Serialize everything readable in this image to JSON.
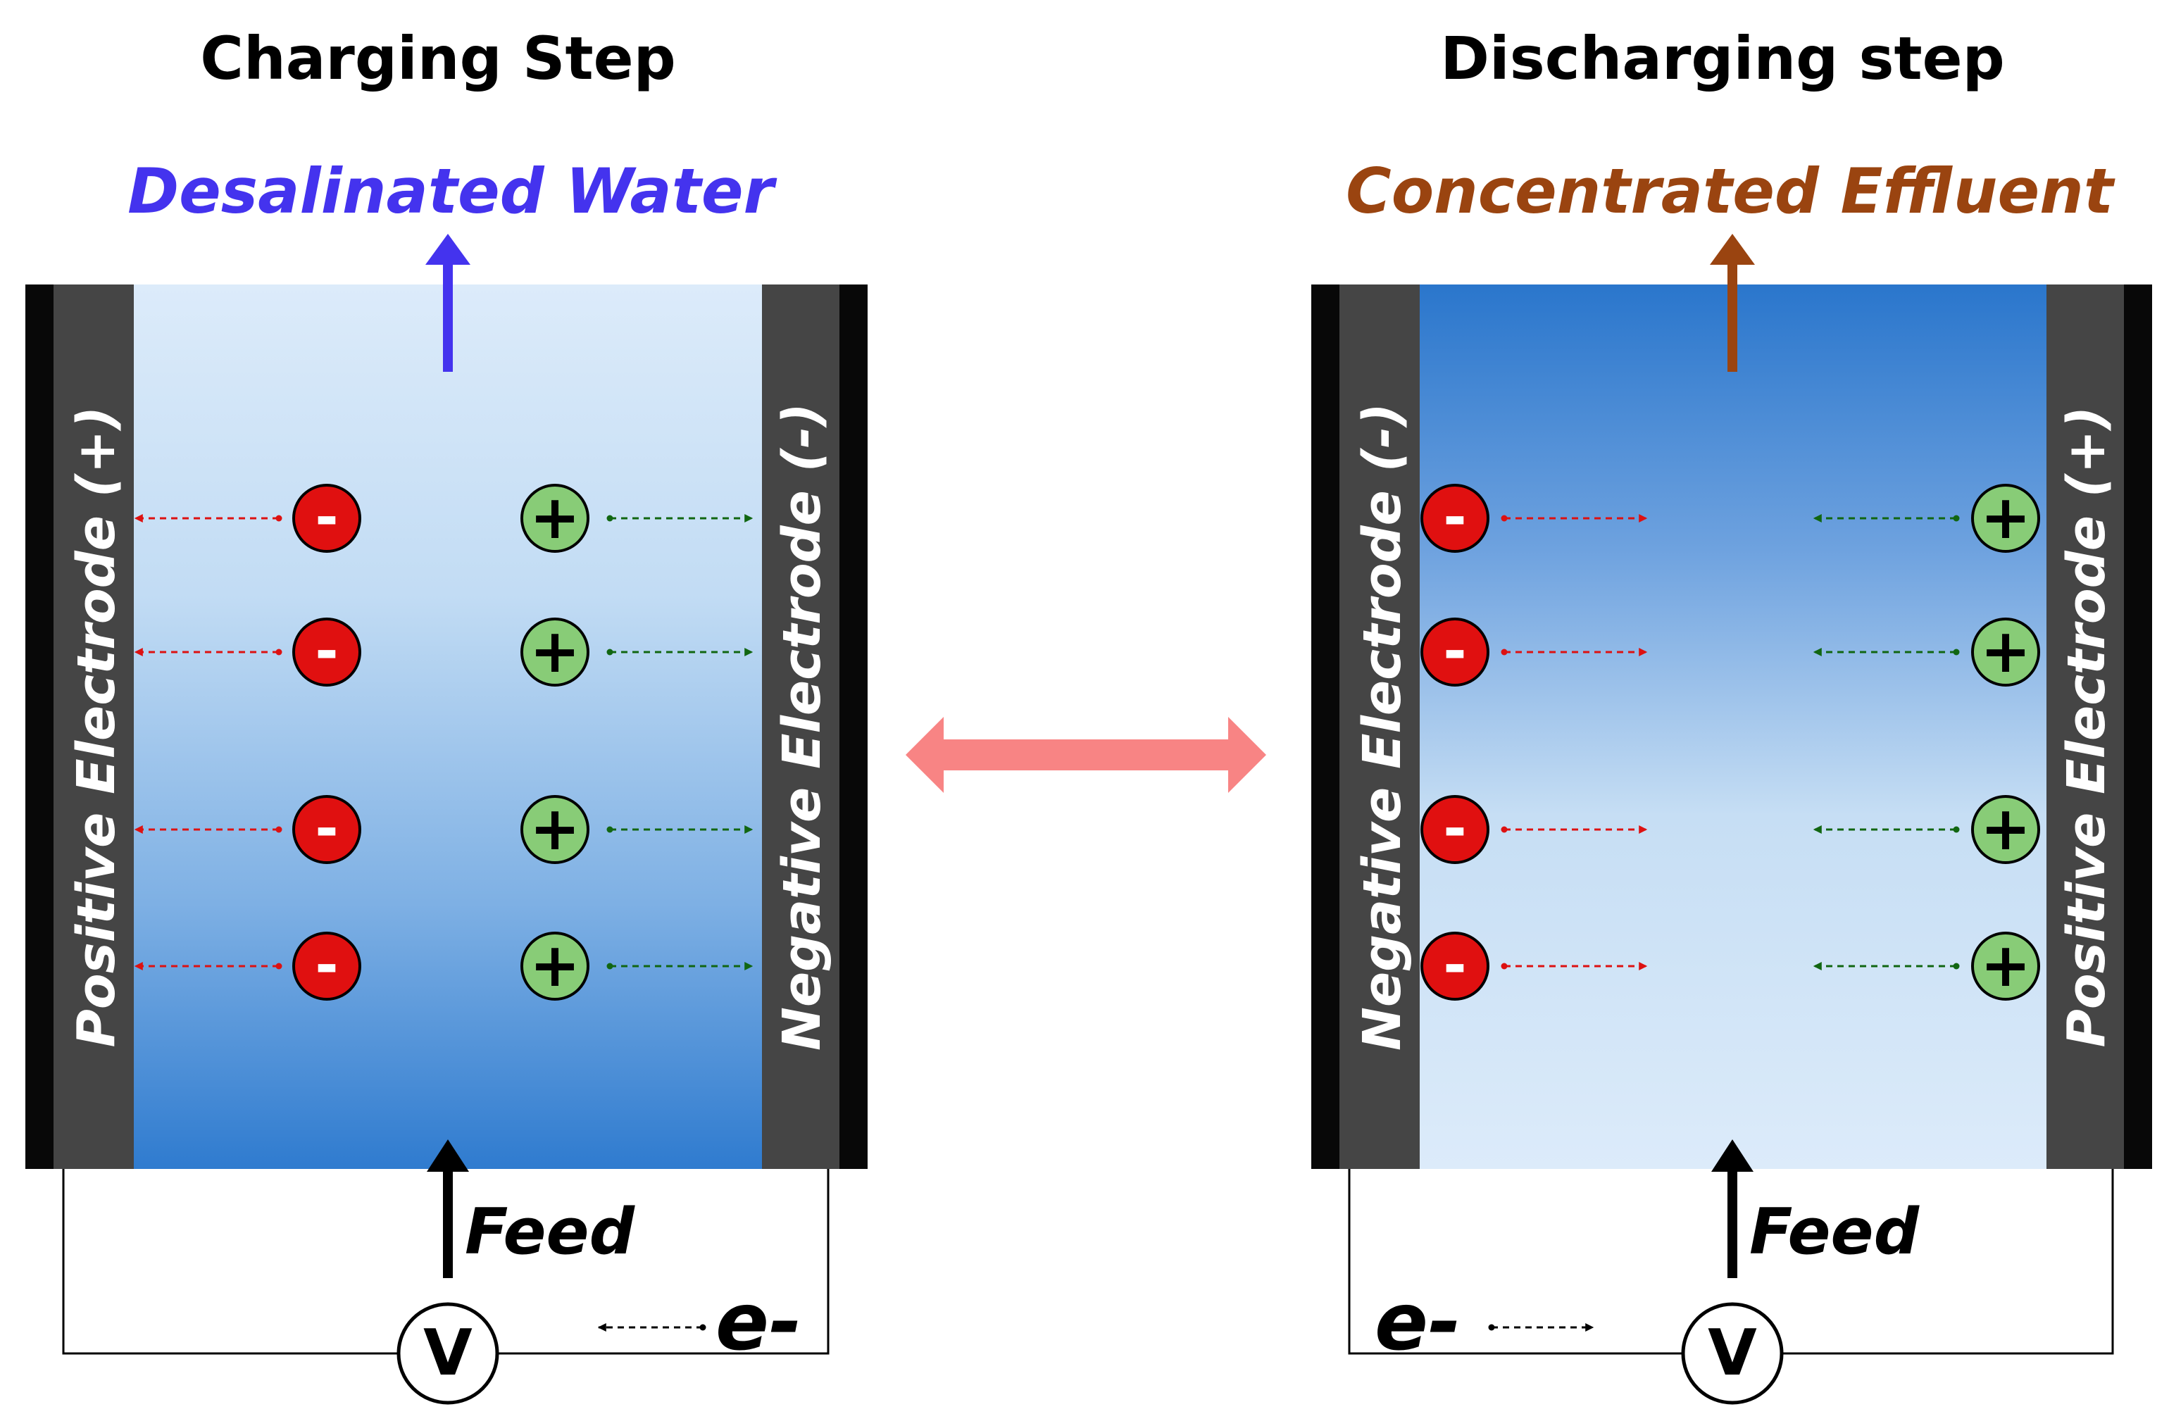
{
  "colors": {
    "desalinated": "#4433ee",
    "effluent": "#9a4410",
    "anion": "#e01010",
    "cation": "#88cc77",
    "anion_arrow": "#dd1111",
    "cation_arrow": "#116611",
    "electrode": "#454545",
    "electrode_edge": "#080808",
    "cycle_arrow": "#f88484",
    "water_light": "#dcebfa",
    "water_dark": "#2a78cc"
  },
  "charging": {
    "title": "Charging Step",
    "output_label": "Desalinated Water",
    "left_electrode": "Positive Electrode (+)",
    "right_electrode": "Negative Electrode (-)",
    "feed_label": "Feed",
    "electron_label": "e-",
    "voltmeter": "V",
    "anion_sign": "-",
    "cation_sign": "+"
  },
  "discharging": {
    "title": "Discharging step",
    "output_label": "Concentrated Effluent",
    "left_electrode": "Negative Electrode (-)",
    "right_electrode": "Positive Electrode (+)",
    "feed_label": "Feed",
    "electron_label": "e-",
    "voltmeter": "V",
    "anion_sign": "-",
    "cation_sign": "+"
  },
  "cycle_arrow_icon": "double-headed-arrow-icon"
}
